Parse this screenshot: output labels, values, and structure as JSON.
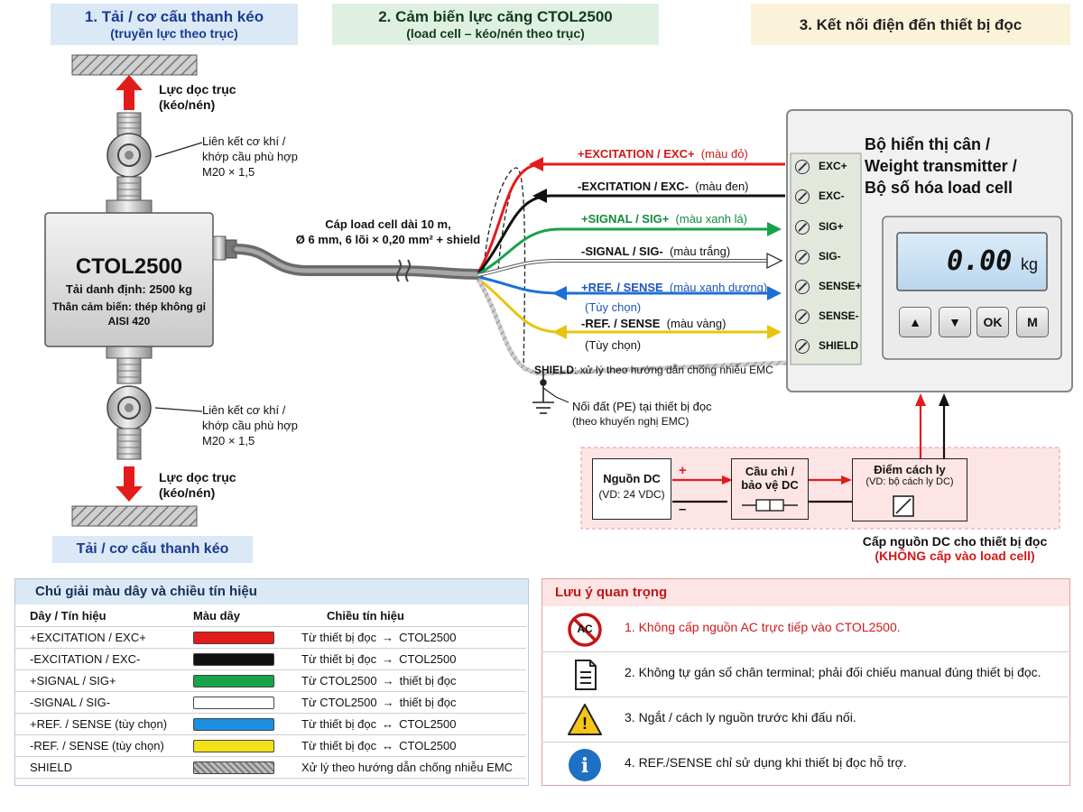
{
  "colors": {
    "red": "#e41b1b",
    "black": "#111111",
    "green": "#16a34a",
    "white": "#ffffff",
    "blue": "#1d6fd6",
    "yellow": "#f2d21a",
    "gray": "#8a8a8a",
    "header_blue": "#dbe8f6",
    "header_green": "#dff0e2",
    "header_yellow": "#fbf3d9",
    "warning_pink": "#fde5e5",
    "alert_red": "#d11a1a"
  },
  "headers": {
    "h1": {
      "title": "1. Tải / cơ cấu thanh kéo",
      "subtitle": "(truyền lực theo trục)"
    },
    "h2": {
      "title": "2. Cảm biến lực căng CTOL2500",
      "subtitle": "(load cell – kéo/nén theo trục)"
    },
    "h3": {
      "title": "3. Kết nối điện đến thiết bị đọc"
    }
  },
  "sensor": {
    "force_top": "Lực dọc trục",
    "force_top2": "(kéo/nén)",
    "force_bottom": "Lực dọc trục",
    "force_bottom2": "(kéo/nén)",
    "link_top": [
      "Liên kết cơ khí /",
      "khớp cầu phù hợp",
      "M20 × 1,5"
    ],
    "link_bottom": [
      "Liên kết cơ khí /",
      "khớp cầu phù hợp",
      "M20 × 1,5"
    ],
    "model": "CTOL2500",
    "rated_load": "Tải danh định: 2500 kg",
    "body_material1": "Thân cảm biến: thép không gỉ",
    "body_material2": "AISI 420",
    "bottom_label": "Tải / cơ cấu thanh kéo"
  },
  "cable": {
    "line1": "Cáp load cell dài 10 m,",
    "line2": "Ø 6 mm, 6 lõi × 0,20 mm² + shield"
  },
  "wires": [
    {
      "label": "+EXCITATION / EXC+",
      "color_note": "(màu đỏ)",
      "optional": ""
    },
    {
      "label": "-EXCITATION / EXC-",
      "color_note": "(màu đen)",
      "optional": ""
    },
    {
      "label": "+SIGNAL / SIG+",
      "color_note": "(màu xanh lá)",
      "optional": ""
    },
    {
      "label": "-SIGNAL / SIG-",
      "color_note": "(màu trắng)",
      "optional": ""
    },
    {
      "label": "+REF. / SENSE",
      "color_note": "(màu xanh dương)",
      "optional": "(Tùy chọn)"
    },
    {
      "label": "-REF. / SENSE",
      "color_note": "(màu vàng)",
      "optional": "(Tùy chọn)"
    }
  ],
  "shield": {
    "label_bold": "SHIELD",
    "label_rest": ": xử lý theo hướng dẫn chống nhiễu EMC"
  },
  "ground": {
    "line1": "Nối đất (PE) tại thiết bị đọc",
    "line2": "(theo khuyến nghị EMC)"
  },
  "device": {
    "title": [
      "Bộ hiển thị cân /",
      "Weight transmitter /",
      "Bộ số hóa load cell"
    ],
    "display_value": "0.00",
    "display_unit": "kg",
    "terminals": [
      "EXC+",
      "EXC-",
      "SIG+",
      "SIG-",
      "SENSE+",
      "SENSE-",
      "SHIELD"
    ],
    "buttons": [
      "▲",
      "▼",
      "OK",
      "M"
    ]
  },
  "power": {
    "dc_source": "Nguồn DC",
    "dc_example": "(VD: 24 VDC)",
    "plus": "+",
    "minus": "–",
    "fuse1": "Cầu chì /",
    "fuse2": "bảo vệ DC",
    "iso1": "Điểm cách ly",
    "iso2": "(VD: bộ cách ly DC)",
    "supply1": "Cấp nguồn DC cho thiết bị đọc",
    "supply2": "(KHÔNG cấp vào load cell)"
  },
  "legend": {
    "title": "Chú giải màu dây và chiều tín hiệu",
    "headers": [
      "Dây / Tín hiệu",
      "Màu dây",
      "Chiều tín hiệu"
    ],
    "rows": [
      {
        "signal": "+EXCITATION / EXC+",
        "color": "#e41b1b",
        "from": "Từ thiết bị đọc",
        "arrow": "→",
        "to": "CTOL2500"
      },
      {
        "signal": "-EXCITATION / EXC-",
        "color": "#111111",
        "from": "Từ thiết bị đọc",
        "arrow": "→",
        "to": "CTOL2500"
      },
      {
        "signal": "+SIGNAL / SIG+",
        "color": "#16a34a",
        "from": "Từ CTOL2500",
        "arrow": "→",
        "to": "thiết bị đọc"
      },
      {
        "signal": "-SIGNAL / SIG-",
        "color": "#ffffff",
        "from": "Từ CTOL2500",
        "arrow": "→",
        "to": "thiết bị đọc"
      },
      {
        "signal": "+REF. / SENSE (tùy chọn)",
        "color": "#1d8fe0",
        "from": "Từ thiết bị đọc",
        "arrow": "↔",
        "to": "CTOL2500"
      },
      {
        "signal": "-REF. / SENSE (tùy chọn)",
        "color": "#f2e21a",
        "from": "Từ thiết bị đọc",
        "arrow": "↔",
        "to": "CTOL2500"
      },
      {
        "signal": "SHIELD",
        "color": "braided",
        "from": "Xử lý theo hướng dẫn chống nhiễu EMC",
        "arrow": "",
        "to": ""
      }
    ]
  },
  "notes": {
    "title": "Lưu ý quan trọng",
    "items": [
      {
        "icon": "no-ac-icon",
        "icon_text": "AC",
        "text": "1.  Không cấp nguồn AC trực tiếp vào CTOL2500."
      },
      {
        "icon": "document-icon",
        "text": "2.  Không tự gán số chân terminal; phải đối chiếu manual đúng thiết bị đọc."
      },
      {
        "icon": "warning-icon",
        "icon_text": "!",
        "text": "3.  Ngắt / cách ly nguồn trước khi đấu nối."
      },
      {
        "icon": "info-icon",
        "icon_text": "i",
        "text": "4.  REF./SENSE chỉ sử dụng khi thiết bị đọc hỗ trợ."
      }
    ]
  }
}
